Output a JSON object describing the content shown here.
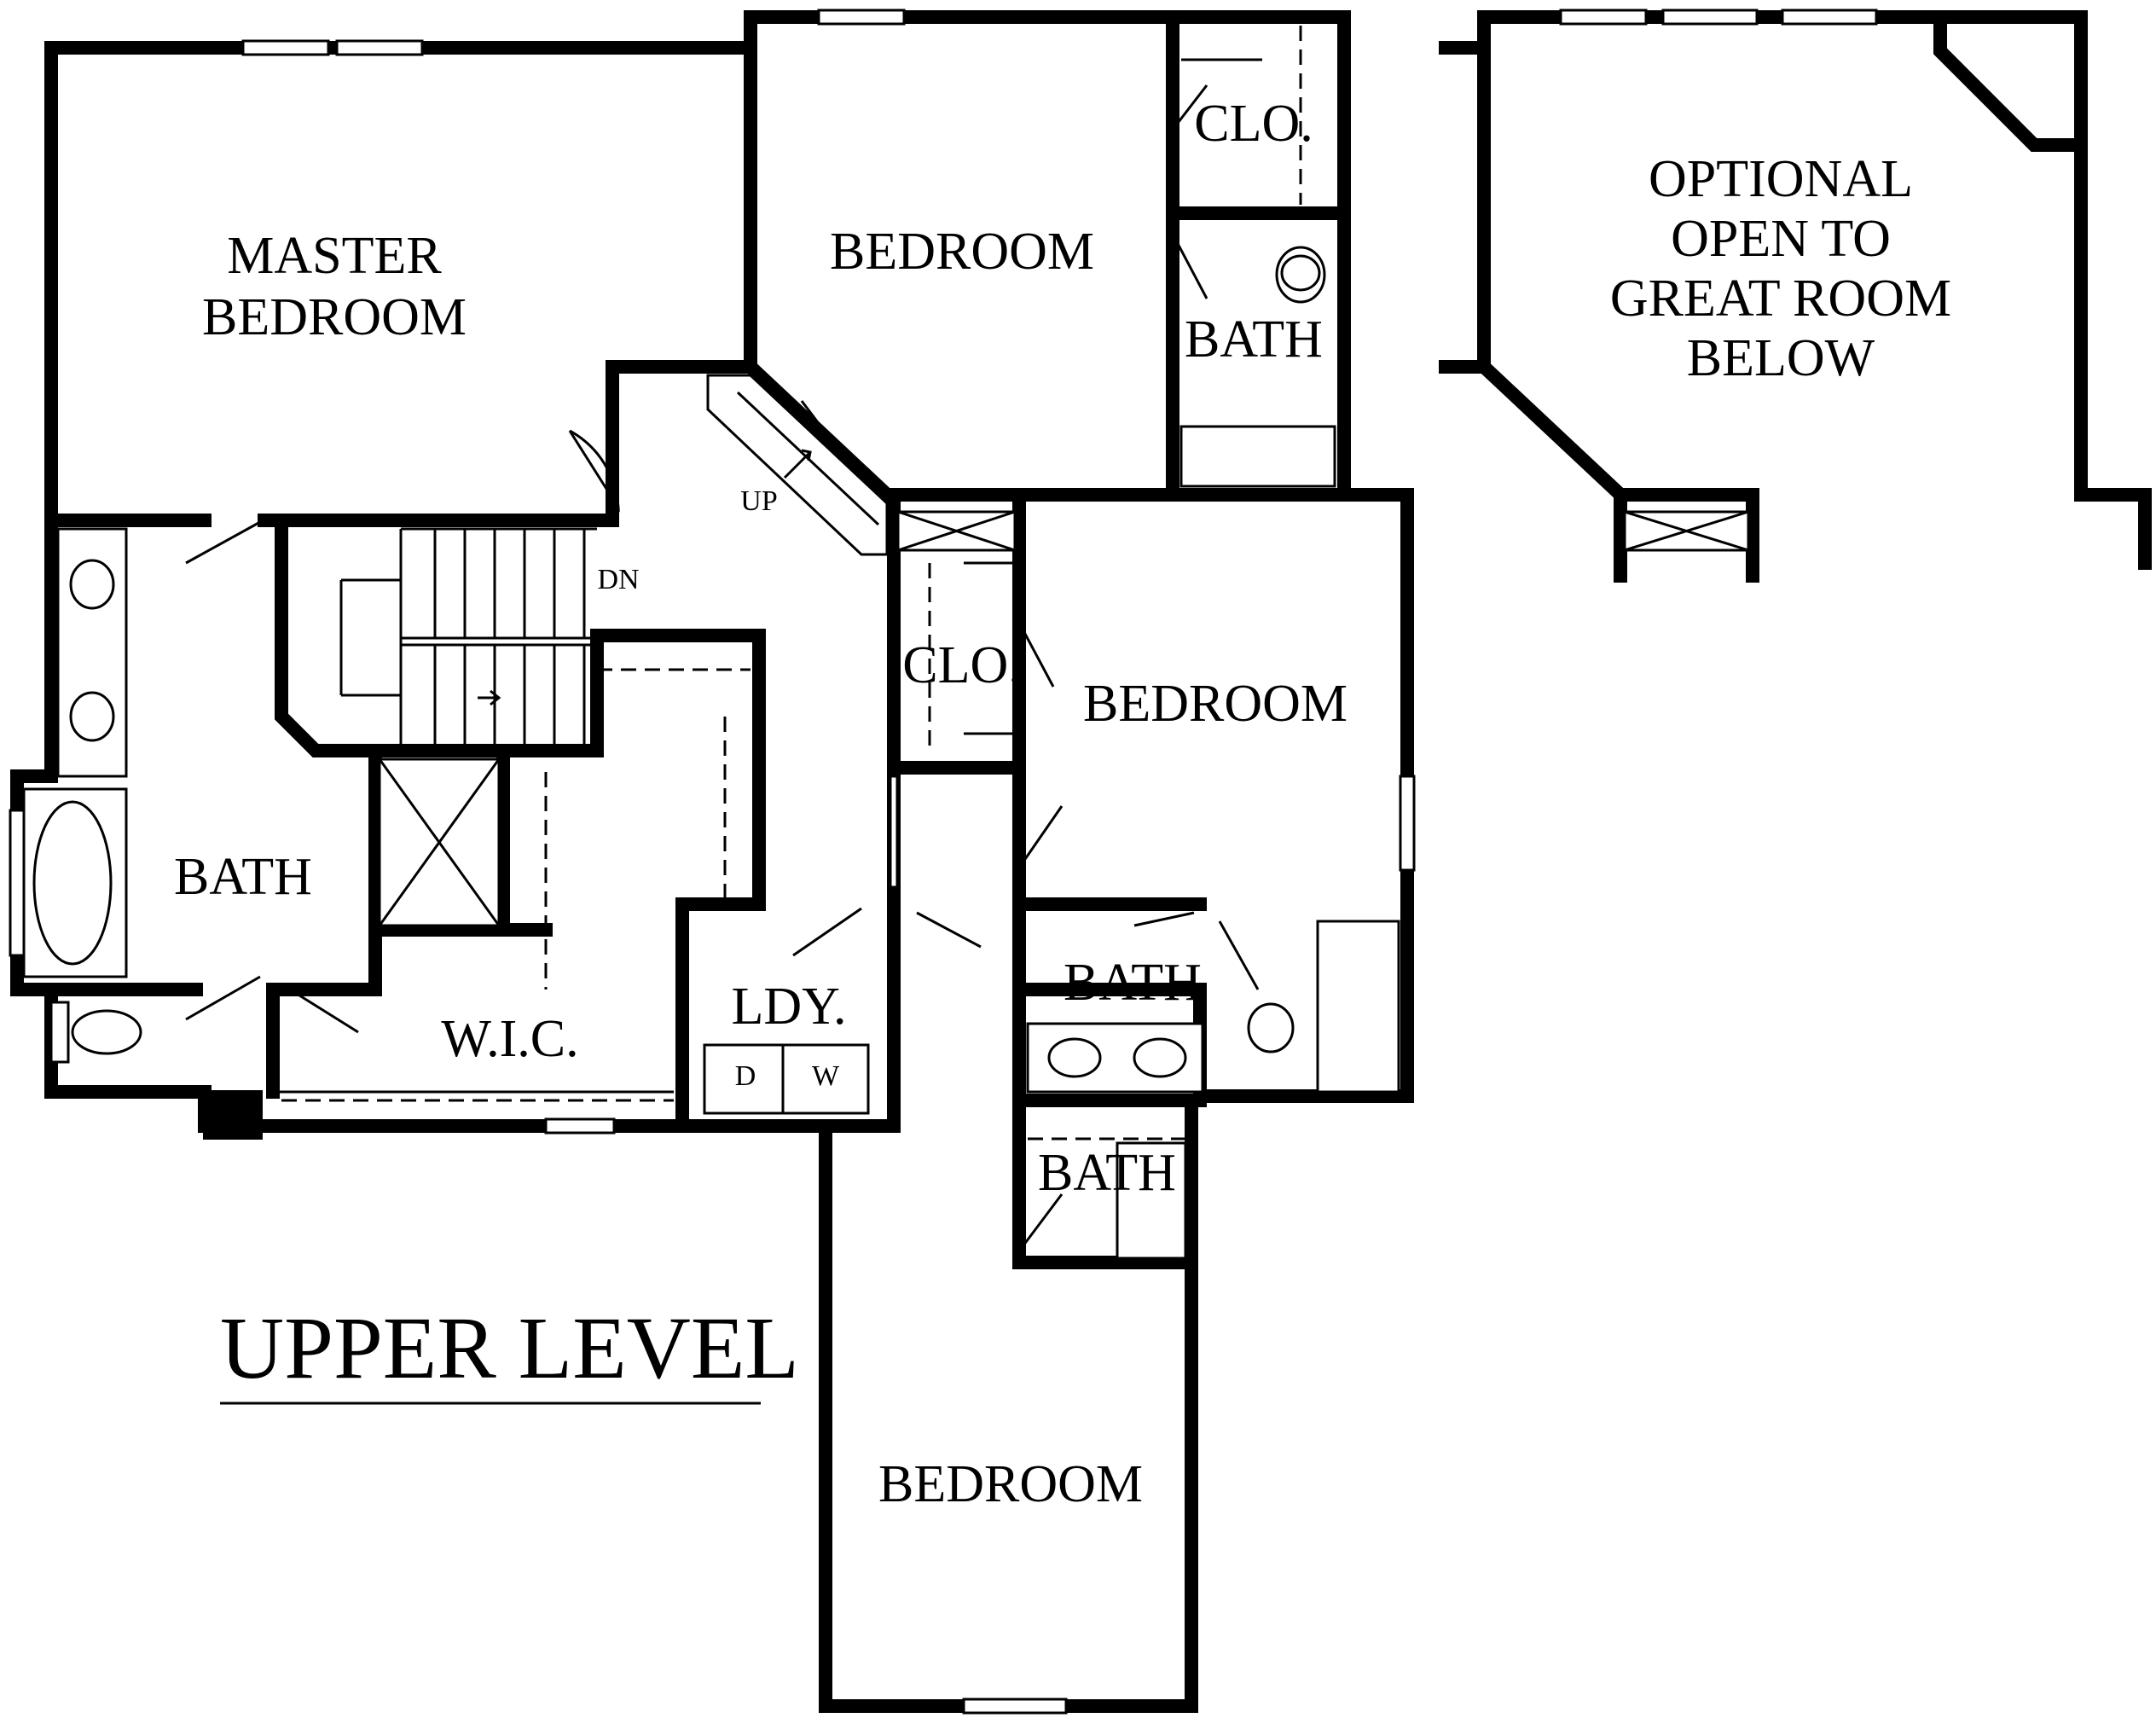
{
  "title": "UPPER LEVEL",
  "rooms": {
    "master_bedroom": [
      "MASTER",
      "BEDROOM"
    ],
    "bedroom_top": "BEDROOM",
    "closet_top": "CLO.",
    "bath_top": "BATH",
    "optional": [
      "OPTIONAL",
      "OPEN TO",
      "GREAT ROOM",
      "BELOW"
    ],
    "master_bath": "BATH",
    "closet_mid": "CLO.",
    "bedroom_mid": "BEDROOM",
    "wic": "W.I.C.",
    "laundry": "LDY.",
    "dryer": "D",
    "washer": "W",
    "bath_mid": "BATH",
    "bath_lower": "BATH",
    "bedroom_bottom": "BEDROOM"
  },
  "stairs": {
    "up": "UP",
    "down": "DN"
  }
}
